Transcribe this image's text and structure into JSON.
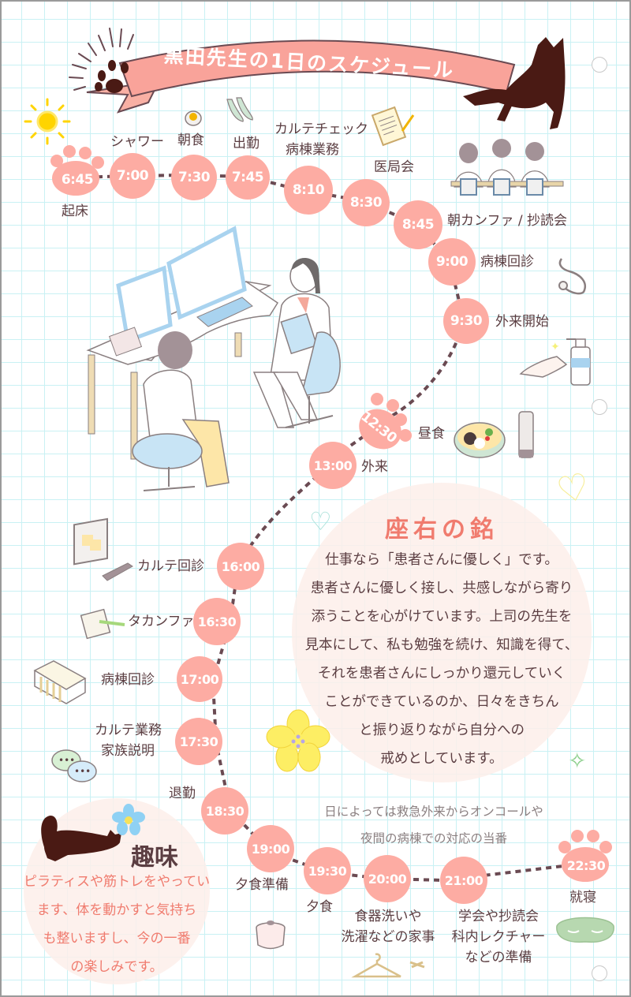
{
  "title": "黒田先生の1日のスケジュール",
  "colors": {
    "bubble": "#fdaca3",
    "text": "#5b3e42",
    "accent": "#f07b6e",
    "ribbon": "#f9a39a",
    "cat": "#4a1a14",
    "grid": "#c9f1f4",
    "path": "#6a4a52"
  },
  "schedule": [
    {
      "time": "6:45",
      "label": "起床",
      "shape": "paw"
    },
    {
      "time": "7:00",
      "label": "シャワー"
    },
    {
      "time": "7:30",
      "label": "朝食"
    },
    {
      "time": "7:45",
      "label": "出勤"
    },
    {
      "time": "8:10",
      "label": "カルテチェック\n病棟業務"
    },
    {
      "time": "8:30",
      "label": "医局会"
    },
    {
      "time": "8:45",
      "label": "朝カンファ / 抄読会"
    },
    {
      "time": "9:00",
      "label": "病棟回診"
    },
    {
      "time": "9:30",
      "label": "外来開始"
    },
    {
      "time": "12:30",
      "label": "昼食",
      "shape": "paw"
    },
    {
      "time": "13:00",
      "label": "外来"
    },
    {
      "time": "16:00",
      "label": "カルテ回診"
    },
    {
      "time": "16:30",
      "label": "タカンファ"
    },
    {
      "time": "17:00",
      "label": "病棟回診"
    },
    {
      "time": "17:30",
      "label": "カルテ業務\n家族説明"
    },
    {
      "time": "18:30",
      "label": "退勤"
    },
    {
      "time": "19:00",
      "label": "夕食準備"
    },
    {
      "time": "19:30",
      "label": "夕食"
    },
    {
      "time": "20:00",
      "label": "食器洗いや\n洗濯などの家事"
    },
    {
      "time": "21:00",
      "label": "学会や抄読会\n科内レクチャー\nなどの準備"
    },
    {
      "time": "22:30",
      "label": "就寝",
      "shape": "paw"
    }
  ],
  "labels": {
    "l645": "起床",
    "l700": "シャワー",
    "l730": "朝食",
    "l745": "出勤",
    "l810a": "カルテチェック",
    "l810b": "病棟業務",
    "l830": "医局会",
    "l845": "朝カンファ / 抄読会",
    "l900": "病棟回診",
    "l930": "外来開始",
    "l1230": "昼食",
    "l1300": "外来",
    "l1600": "カルテ回診",
    "l1630": "タカンファ",
    "l1700": "病棟回診",
    "l1730a": "カルテ業務",
    "l1730b": "家族説明",
    "l1830": "退勤",
    "l1900": "夕食準備",
    "l1930": "夕食",
    "l2000a": "食器洗いや",
    "l2000b": "洗濯などの家事",
    "l2100a": "学会や抄読会",
    "l2100b": "科内レクチャー",
    "l2100c": "などの準備",
    "l2230": "就寝"
  },
  "times": {
    "t645": "6:45",
    "t700": "7:00",
    "t730": "7:30",
    "t745": "7:45",
    "t810": "8:10",
    "t830": "8:30",
    "t845": "8:45",
    "t900": "9:00",
    "t930": "9:30",
    "t1230": "12:30",
    "t1300": "13:00",
    "t1600": "16:00",
    "t1630": "16:30",
    "t1700": "17:00",
    "t1730": "17:30",
    "t1830": "18:30",
    "t1900": "19:00",
    "t1930": "19:30",
    "t2000": "20:00",
    "t2100": "21:00",
    "t2230": "22:30"
  },
  "motto": {
    "title": "座右の銘",
    "lines": [
      "仕事なら「患者さんに優しく」です。",
      "患者さんに優しく接し、共感しながら寄り",
      "添うことを心がけています。上司の先生を",
      "見本にして、私も勉強を続け、知識を得て、",
      "それを患者さんにしっかり還元していく",
      "ことができているのか、日々をきちん",
      "と振り返りながら自分への",
      "戒めとしています。"
    ]
  },
  "hobby": {
    "title": "趣味",
    "lines": [
      "ピラティスや筋トレをやってい",
      "ます、体を動かすと気持ち",
      "も整いますし、今の一番",
      "の楽しみです。"
    ]
  },
  "note": {
    "lines": [
      "日によっては救急外来からオンコールや",
      "夜間の病棟での対応の当番"
    ]
  }
}
